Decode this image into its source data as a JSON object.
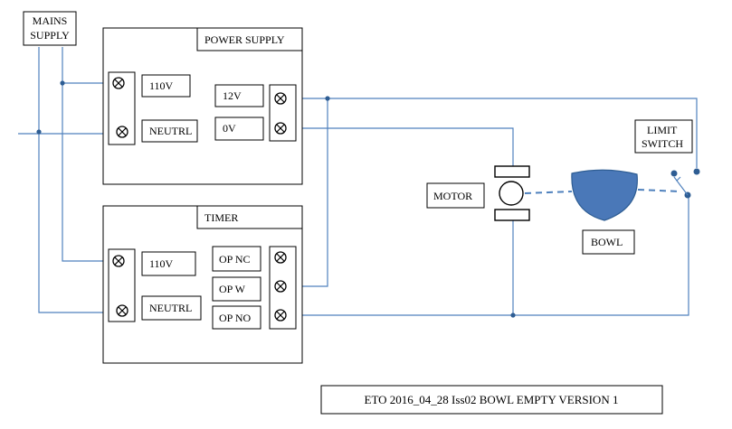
{
  "labels": {
    "mains_supply_line1": "MAINS",
    "mains_supply_line2": "SUPPLY",
    "power_supply_title": "POWER SUPPLY",
    "ps_110v": "110V",
    "ps_neutrl": "NEUTRL",
    "ps_12v": "12V",
    "ps_0v": "0V",
    "timer_title": "TIMER",
    "timer_110v": "110V",
    "timer_neutrl": "NEUTRL",
    "timer_op_nc": "OP NC",
    "timer_op_w": "OP W",
    "timer_op_no": "OP NO",
    "motor": "MOTOR",
    "bowl": "BOWL",
    "limit_switch_line1": "LIMIT",
    "limit_switch_line2": "SWITCH",
    "footer_title": "ETO 2016_04_28 Iss02 BOWL EMPTY VERSION 1"
  },
  "colors": {
    "wire": "#4f81bd",
    "bowl_fill": "#4a78b8",
    "outline": "#000000"
  }
}
